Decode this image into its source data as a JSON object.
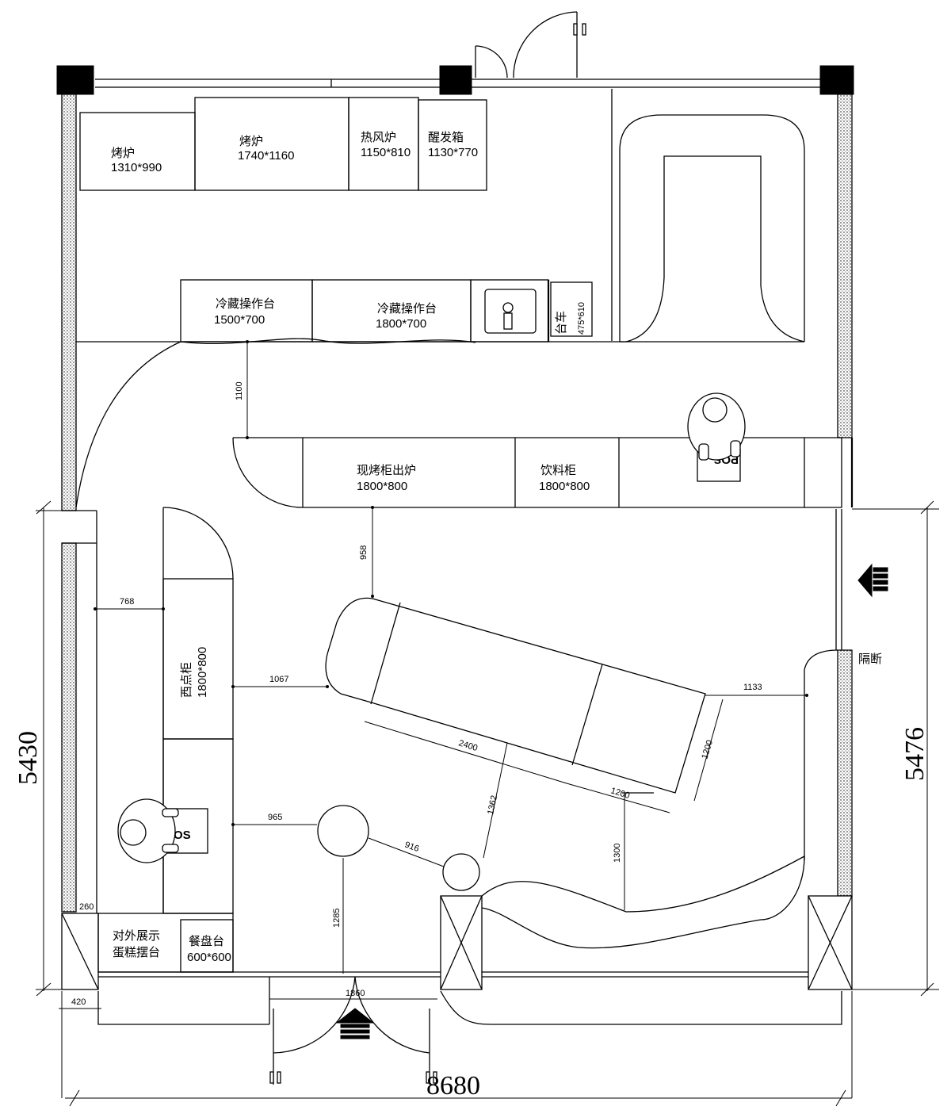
{
  "equipment": {
    "oven1": {
      "name": "烤炉",
      "size": "1310*990"
    },
    "oven2": {
      "name": "烤炉",
      "size": "1740*1160"
    },
    "convection_oven": {
      "name": "热风炉",
      "size": "1150*810"
    },
    "proofer": {
      "name": "醒发箱",
      "size": "1130*770"
    },
    "cold_table1": {
      "name": "冷藏操作台",
      "size": "1500*700"
    },
    "cold_table2": {
      "name": "冷藏操作台",
      "size": "1800*700"
    },
    "cart": {
      "name": "台车",
      "size": "475*610"
    },
    "fresh_bake_cabinet": {
      "name": "现烤柜出炉",
      "size": "1800*800"
    },
    "drink_cabinet": {
      "name": "饮料柜",
      "size": "1800*800"
    },
    "pastry_cabinet": {
      "name": "西点柜",
      "size": "1800*800"
    },
    "cake_display": {
      "line1": "对外展示",
      "line2": "蛋糕摆台"
    },
    "tray_table": {
      "name": "餐盘台",
      "size": "600*600"
    }
  },
  "labels": {
    "pos": "POS",
    "partition": "隔断"
  },
  "dimensions": {
    "d1100": "1100",
    "d958": "958",
    "d768": "768",
    "d1067": "1067",
    "d1133": "1133",
    "d2400": "2400",
    "d1200a": "1200",
    "d1200b": "1200",
    "d1362": "1362",
    "d965": "965",
    "d916": "916",
    "d1300": "1300",
    "d1285": "1285",
    "d260": "260",
    "d420": "420",
    "d1860": "1860",
    "left_height": "5430",
    "right_height": "5476",
    "total_width": "8680"
  }
}
